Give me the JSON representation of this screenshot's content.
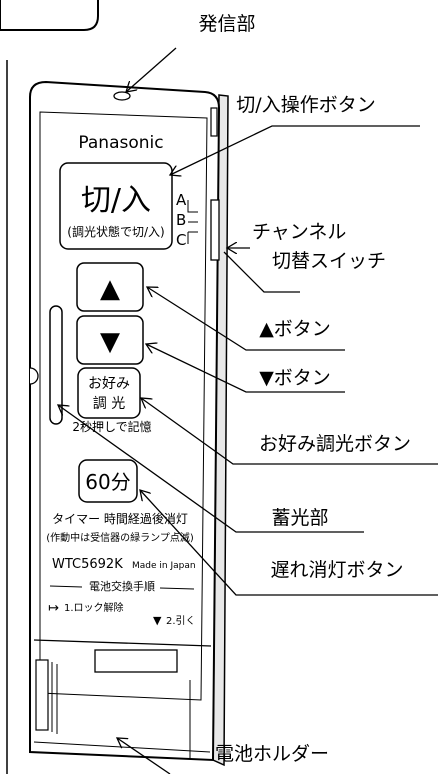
{
  "callouts": {
    "transmitter": "発信部",
    "on_off_button": "切/入操作ボタン",
    "channel_switch_line1": "チャンネル",
    "channel_switch_line2": "切替スイッチ",
    "up_button": "▲ボタン",
    "down_button": "▼ボタン",
    "favorite_button": "お好み調光ボタン",
    "luminous_part": "蓄光部",
    "delay_off_button": "遅れ消灯ボタン",
    "battery_holder": "電池ホルダー"
  },
  "remote": {
    "brand": "Panasonic",
    "on_off_main": "切/入",
    "on_off_sub": "(調光状態で切/入)",
    "channel_a": "A",
    "channel_b": "B",
    "channel_c": "C",
    "up_symbol": "▲",
    "down_symbol": "▼",
    "favorite_line1": "お好み",
    "favorite_line2": "調 光",
    "hold_note": "2秒押しで記憶",
    "timer_label": "60分",
    "timer_desc_1": "タイマー 時間経過後消灯",
    "timer_desc_2": "(作動中は受信器の緑ランプ点滅)",
    "model": "WTC5692K",
    "made_in": "Made in Japan",
    "battery_title": "電池交換手順",
    "step1": "1.ロック解除",
    "step2": "2.引く"
  }
}
